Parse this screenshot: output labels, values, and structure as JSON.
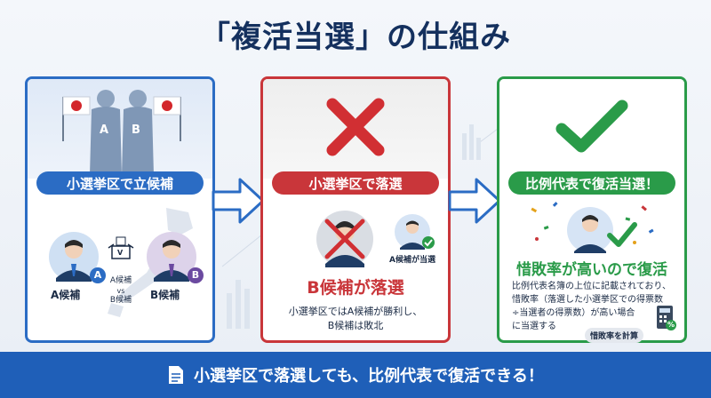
{
  "title": "「複活当選」の仕組み",
  "colors": {
    "blue": "#2b6cc4",
    "red": "#c9363a",
    "green": "#2a9b49",
    "navy": "#14305e",
    "footer": "#1f5fb8"
  },
  "panel1": {
    "banner": "小選挙区で立候補",
    "badge_a": "A",
    "badge_b": "B",
    "candidate_a": "A候補",
    "candidate_b": "B候補",
    "ballot_mark": "V",
    "vs_top": "A候補",
    "vs_mid": "vs",
    "vs_bottom": "B候補",
    "icons": [
      "japan-flag-icon",
      "japan-map-icon",
      "ballot-box-icon",
      "candidate-avatar-icon"
    ]
  },
  "panel2": {
    "banner": "小選挙区で落選",
    "winner_tag": "A候補が当選",
    "result": "B候補が落選",
    "desc_line1": "小選挙区ではA候補が勝利し、",
    "desc_line2": "B候補は敗北",
    "icons": [
      "cross-icon",
      "crossed-avatar-icon",
      "check-badge-icon"
    ]
  },
  "panel3": {
    "banner": "比例代表で復活当選！",
    "result": "惜敗率が高いので復活",
    "desc_line1": "比例代表名簿の上位に記載されており、",
    "desc_line2": "惜敗率（落選した小選挙区での得票数",
    "desc_line3": "÷当選者の得票数）が高い場合",
    "desc_line4": "に当選する",
    "calc_label": "惜敗率を計算",
    "calc_symbol": "%",
    "icons": [
      "check-icon",
      "confetti-icon",
      "calculator-icon"
    ]
  },
  "footer": {
    "text": "小選挙区で落選しても、比例代表で復活できる！",
    "icon": "document-icon"
  }
}
